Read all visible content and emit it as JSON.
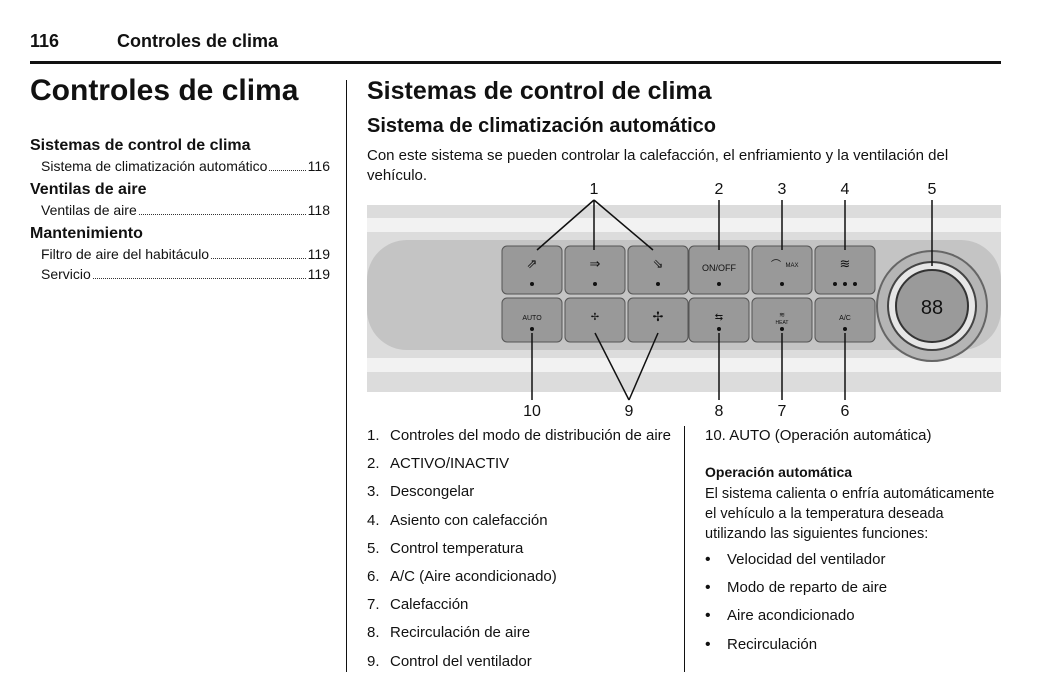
{
  "header": {
    "page_number": "116",
    "title": "Controles de clima"
  },
  "left": {
    "chapter_title": "Controles de clima",
    "toc": [
      {
        "section": "Sistemas de control de clima",
        "entries": [
          {
            "label": "Sistema de climatización automático",
            "page": "116"
          }
        ]
      },
      {
        "section": "Ventilas de aire",
        "entries": [
          {
            "label": "Ventilas de aire",
            "page": "118"
          }
        ]
      },
      {
        "section": "Mantenimiento",
        "entries": [
          {
            "label": "Filtro de aire del habitáculo",
            "page": "119"
          },
          {
            "label": "Servicio",
            "page": "119"
          }
        ]
      }
    ]
  },
  "right": {
    "heading": "Sistemas de control de clima",
    "subheading": "Sistema de climatización automático",
    "intro": "Con este sistema se pueden controlar la calefacción, el enfriamiento y la ventilación del vehículo.",
    "figure": {
      "callouts_top": [
        "1",
        "2",
        "3",
        "4",
        "5"
      ],
      "callouts_bottom": [
        "10",
        "9",
        "8",
        "7",
        "6"
      ],
      "button_labels": {
        "on_off": "ON/OFF",
        "max": "MAX",
        "auto": "AUTO",
        "heat": "HEAT",
        "ac": "A/C"
      },
      "display": "88"
    },
    "legend_left": [
      {
        "num": "1.",
        "text": "Controles del modo de distribución de aire"
      },
      {
        "num": "2.",
        "text": "ACTIVO/INACTIV"
      },
      {
        "num": "3.",
        "text": "Descongelar"
      },
      {
        "num": "4.",
        "text": "Asiento con calefacción"
      },
      {
        "num": "5.",
        "text": "Control temperatura"
      },
      {
        "num": "6.",
        "text": "A/C (Aire acondicionado)"
      },
      {
        "num": "7.",
        "text": "Calefacción"
      },
      {
        "num": "8.",
        "text": "Recirculación de aire"
      },
      {
        "num": "9.",
        "text": "Control del ventilador"
      }
    ],
    "legend_right_item": "10. AUTO (Operación automática)",
    "auto_op": {
      "title": "Operación automática",
      "text": "El sistema calienta o enfría automáticamente el vehículo a la temperatura deseada utilizando las siguientes funciones:",
      "bullets": [
        "Velocidad del ventilador",
        "Modo de reparto de aire",
        "Aire acondicionado",
        "Recirculación"
      ]
    }
  }
}
